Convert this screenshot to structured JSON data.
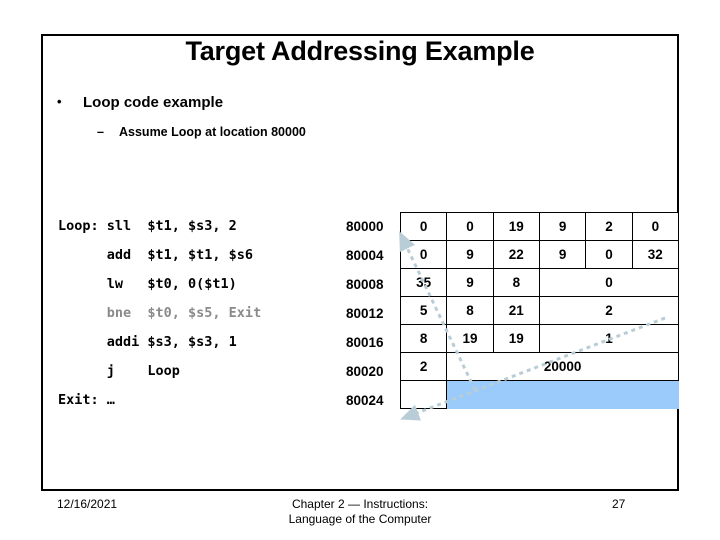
{
  "slide": {
    "title": "Target Addressing Example",
    "bullets": [
      {
        "marker": "•",
        "text": "Loop code example",
        "level": 1
      },
      {
        "marker": "–",
        "text": "Assume Loop at location 80000",
        "level": 2
      }
    ]
  },
  "code": {
    "lines": [
      {
        "text": "Loop: sll  $t1, $s3, 2",
        "dim": false
      },
      {
        "text": "      add  $t1, $t1, $s6",
        "dim": false
      },
      {
        "text": "      lw   $t0, 0($t1)",
        "dim": false
      },
      {
        "text": "      bne  $t0, $s5, Exit",
        "dim": true
      },
      {
        "text": "      addi $s3, $s3, 1",
        "dim": false
      },
      {
        "text": "      j    Loop",
        "dim": false
      },
      {
        "text": "Exit: …",
        "dim": false
      }
    ]
  },
  "addresses": [
    "80000",
    "80004",
    "80008",
    "80012",
    "80016",
    "80020",
    "80024"
  ],
  "machine_code_table": {
    "rows": [
      {
        "address": "80000",
        "cells": [
          {
            "value": "0",
            "span": 1,
            "filled": false
          },
          {
            "value": "0",
            "span": 1,
            "filled": false
          },
          {
            "value": "19",
            "span": 1,
            "filled": false
          },
          {
            "value": "9",
            "span": 1,
            "filled": false
          },
          {
            "value": "2",
            "span": 1,
            "filled": false
          },
          {
            "value": "0",
            "span": 1,
            "filled": false
          }
        ]
      },
      {
        "address": "80004",
        "cells": [
          {
            "value": "0",
            "span": 1,
            "filled": false
          },
          {
            "value": "9",
            "span": 1,
            "filled": false
          },
          {
            "value": "22",
            "span": 1,
            "filled": false
          },
          {
            "value": "9",
            "span": 1,
            "filled": false
          },
          {
            "value": "0",
            "span": 1,
            "filled": false
          },
          {
            "value": "32",
            "span": 1,
            "filled": false
          }
        ]
      },
      {
        "address": "80008",
        "cells": [
          {
            "value": "35",
            "span": 1,
            "filled": false
          },
          {
            "value": "9",
            "span": 1,
            "filled": false
          },
          {
            "value": "8",
            "span": 1,
            "filled": false
          },
          {
            "value": "0",
            "span": 3,
            "filled": false
          }
        ]
      },
      {
        "address": "80012",
        "cells": [
          {
            "value": "5",
            "span": 1,
            "filled": false
          },
          {
            "value": "8",
            "span": 1,
            "filled": false
          },
          {
            "value": "21",
            "span": 1,
            "filled": false
          },
          {
            "value": "2",
            "span": 3,
            "filled": false
          }
        ]
      },
      {
        "address": "80016",
        "cells": [
          {
            "value": "8",
            "span": 1,
            "filled": false
          },
          {
            "value": "19",
            "span": 1,
            "filled": false
          },
          {
            "value": "19",
            "span": 1,
            "filled": false
          },
          {
            "value": "1",
            "span": 3,
            "filled": false
          }
        ]
      },
      {
        "address": "80020",
        "cells": [
          {
            "value": "2",
            "span": 1,
            "filled": false
          },
          {
            "value": "20000",
            "span": 5,
            "filled": false
          }
        ]
      },
      {
        "address": "80024",
        "cells": [
          {
            "value": "",
            "span": 1,
            "filled": false
          },
          {
            "value": "",
            "span": 5,
            "filled": true
          }
        ]
      }
    ]
  },
  "annotations": {
    "arrow_color": "#B9CDD6",
    "arrows": [
      {
        "name": "branch-target-arrow",
        "from": "80012-immediate-2",
        "to": "80024-row"
      },
      {
        "name": "jump-target-arrow",
        "from": "80024-row",
        "to": "80000-row"
      }
    ]
  },
  "colors": {
    "highlight_fill": "#9ACBFB",
    "dim_code": "#8A8A8A",
    "border": "#000000"
  },
  "footer": {
    "date": "12/16/2021",
    "center_line1": "Chapter 2 — Instructions:",
    "center_line2": "Language of the Computer",
    "page": "27"
  }
}
